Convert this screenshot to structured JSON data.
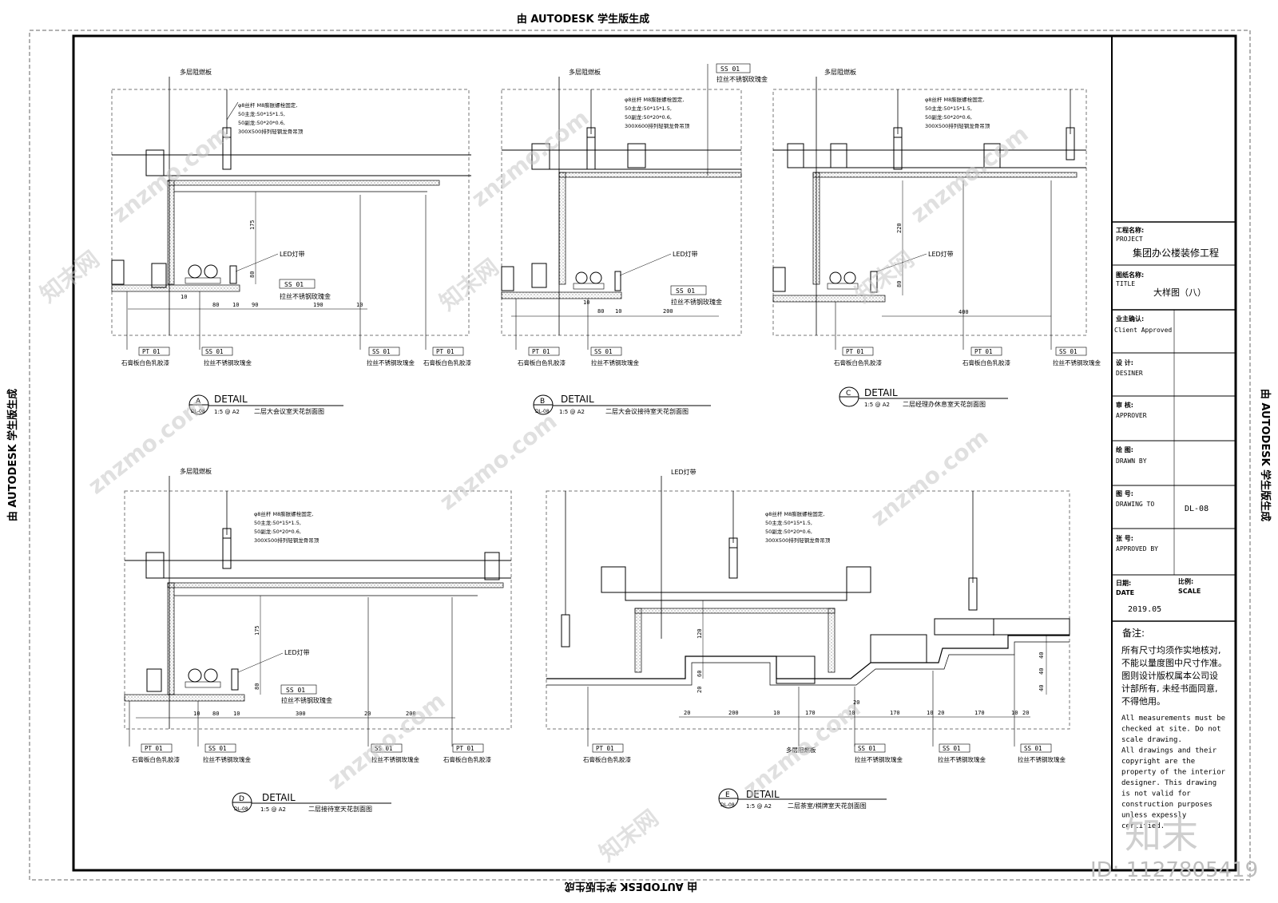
{
  "banner": "由 AUTODESK 学生版生成",
  "labels": {
    "board": "多层阻燃板",
    "hanger": "φ8丝杆 M8膨胀螺栓固定,",
    "main_keel": "50主龙:50*15*1.5,",
    "sub_keel": "50副龙:50*20*0.6,",
    "spacing": "300X500排列轻钢龙骨吊顶",
    "spacing_b": "300X600排列轻钢龙骨吊顶",
    "led": "LED灯带",
    "pt_tag": "PT 01",
    "ss_tag": "SS 01",
    "pt_name": "石膏板白色乳胶漆",
    "ss_name": "拉丝不锈钢玫瑰金"
  },
  "details": [
    {
      "id": "A",
      "word": "DETAIL",
      "scale": "1:5 @ A2",
      "sheet": "DL-08",
      "name": "二层大会议室天花剖面图",
      "dims": [
        "175",
        "80",
        "10",
        "80",
        "10",
        "90",
        "190",
        "10"
      ]
    },
    {
      "id": "B",
      "word": "DETAIL",
      "scale": "1:5 @ A2",
      "sheet": "DL-08",
      "name": "二层大会议接待室天花剖面图",
      "dims": [
        "10",
        "80",
        "10",
        "200"
      ]
    },
    {
      "id": "C",
      "word": "DETAIL",
      "scale": "1:5 @ A2",
      "sheet": "",
      "name": "二层经理办休息室天花剖面图",
      "dims": [
        "220",
        "80",
        "400"
      ]
    },
    {
      "id": "D",
      "word": "DETAIL",
      "scale": "1:5 @ A2",
      "sheet": "DL-08",
      "name": "二层接待室天花剖面图",
      "dims": [
        "175",
        "80",
        "10",
        "80",
        "10",
        "300",
        "20",
        "200"
      ]
    },
    {
      "id": "E",
      "word": "DETAIL",
      "scale": "1:5 @ A2",
      "sheet": "DL-08",
      "name": "二层茶室/棋牌室天花剖面图",
      "dims": [
        "120",
        "60",
        "20",
        "20",
        "200",
        "10",
        "170",
        "10",
        "170",
        "10",
        "20",
        "170",
        "10",
        "20",
        "40",
        "40",
        "40",
        "20"
      ]
    }
  ],
  "title_block": {
    "project_label_cn": "工程名称:",
    "project_label_en": "PROJECT",
    "project_value": "集团办公楼装修工程",
    "title_label_cn": "图纸名称:",
    "title_label_en": "TITLE",
    "title_value": "大样图（八）",
    "client_cn": "业主确认:",
    "client_en": "Client Approved",
    "design_cn": "设 计:",
    "design_en": "DESINER",
    "review_cn": "审 核:",
    "review_en": "APPROVER",
    "drawn_cn": "绘 图:",
    "drawn_en": "DRAWN BY",
    "dwgno_cn": "图 号:",
    "dwgno_en": "DRAWING TO",
    "dwgno_value": "DL-08",
    "sheet_cn": "张 号:",
    "sheet_en": "APPROVED BY",
    "date_cn": "日期:",
    "date_en": "DATE",
    "date_value": "2019.05",
    "scale_cn": "比例:",
    "scale_en": "SCALE",
    "notes_title": "备注:",
    "notes_cn": [
      "所有尺寸均须作实地核对,",
      "不能以量度图中尺寸作准。",
      "图则设计版权属本公司设",
      "计部所有, 未经书面同意,",
      "不得他用。"
    ],
    "notes_en": [
      "All measurements must be",
      "checked at site. Do not",
      "scale drawing.",
      "All drawings and their",
      "copyright are the",
      "property of the interior",
      "designer. This drawing",
      "is not valid for",
      "construction purposes",
      "unless expessly",
      "certified."
    ]
  },
  "watermark": {
    "site": "znzmo.com",
    "brand": "知末网",
    "logo": "知末",
    "id": "ID: 1127805419"
  }
}
